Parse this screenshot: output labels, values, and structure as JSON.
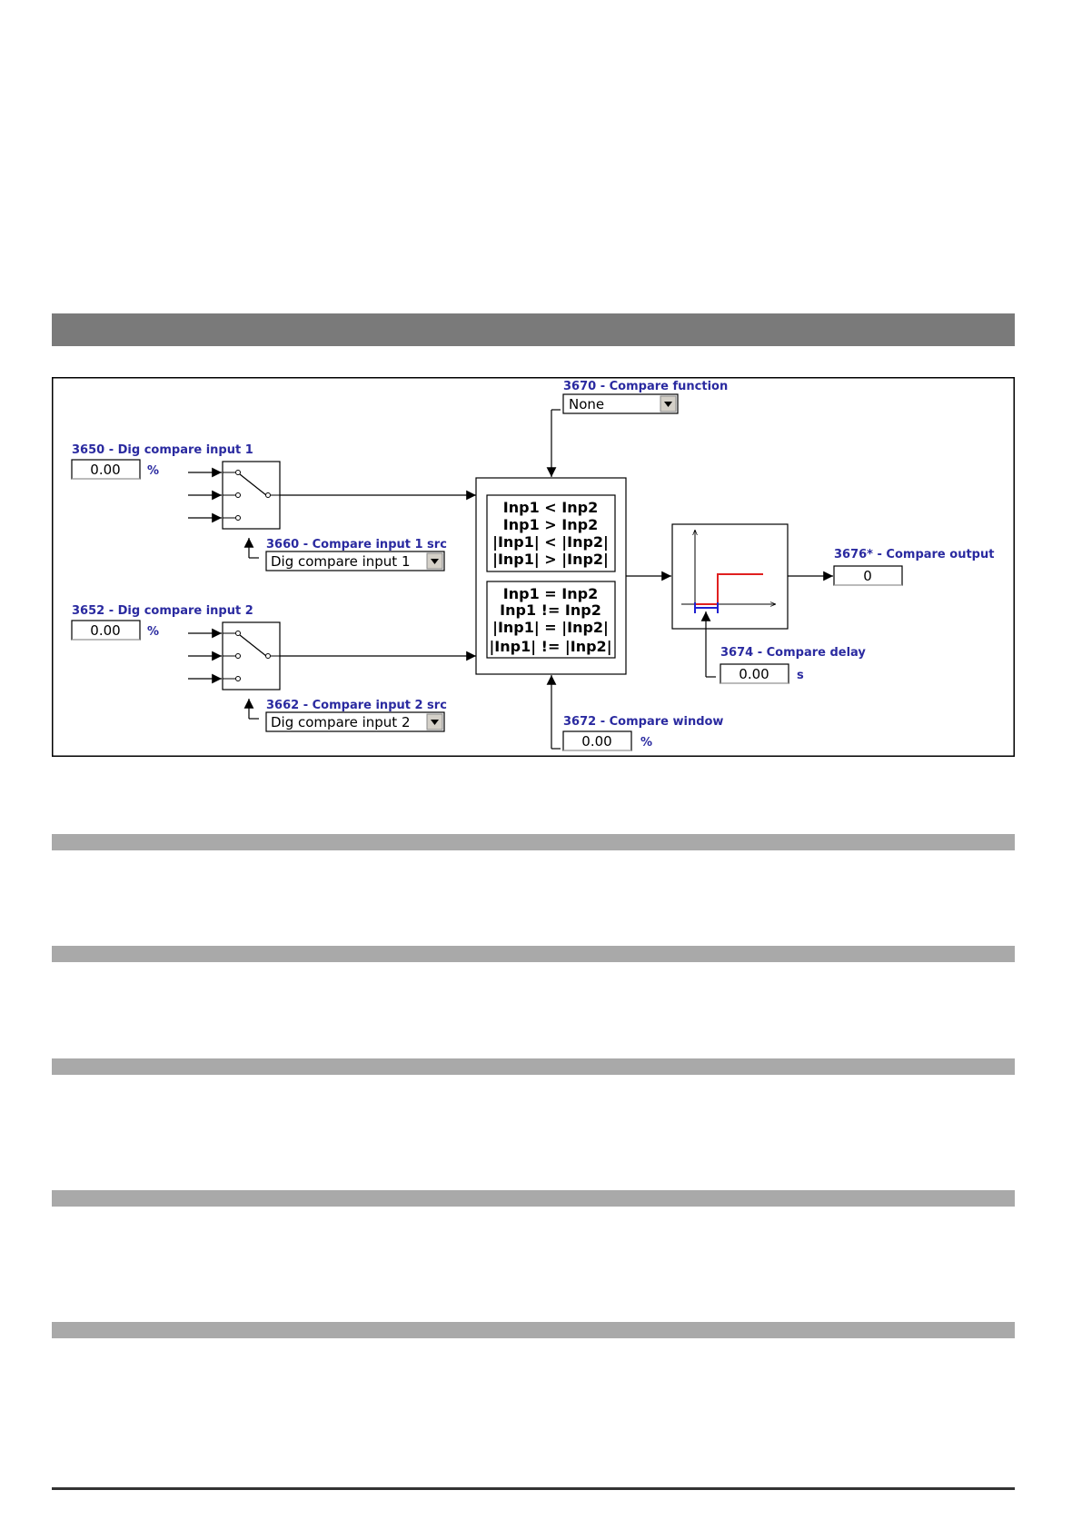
{
  "diagram": {
    "dig_compare_input_1": {
      "label": "3650 - Dig compare input 1",
      "value": "0.00",
      "unit": "%"
    },
    "dig_compare_input_2": {
      "label": "3652 - Dig compare input 2",
      "value": "0.00",
      "unit": "%"
    },
    "compare_input_1_src": {
      "label": "3660 - Compare input 1 src",
      "value": "Dig compare input  1"
    },
    "compare_input_2_src": {
      "label": "3662 - Compare input 2 src",
      "value": "Dig compare input  2"
    },
    "compare_function": {
      "label": "3670 - Compare function",
      "value": "None"
    },
    "compare_window": {
      "label": "3672 - Compare window",
      "value": "0.00",
      "unit": "%"
    },
    "compare_delay": {
      "label": "3674 - Compare delay",
      "value": "0.00",
      "unit": "s"
    },
    "compare_output": {
      "label": "3676* - Compare output",
      "value": "0"
    },
    "conditions_top": [
      "Inp1 < Inp2",
      "Inp1 > Inp2",
      "|Inp1| < |Inp2|",
      "|Inp1| > |Inp2|"
    ],
    "conditions_bottom": [
      "Inp1 = Inp2",
      "Inp1 != Inp2",
      "|Inp1| = |Inp2|",
      "|Inp1| != |Inp2|"
    ],
    "colors": {
      "label": "#2a2aa0",
      "graph_red": "#e02020",
      "graph_blue": "#2020d0",
      "dropdown_bg": "#d4d0c8"
    },
    "icons": {
      "dropdown": "chevron-down-icon"
    }
  }
}
